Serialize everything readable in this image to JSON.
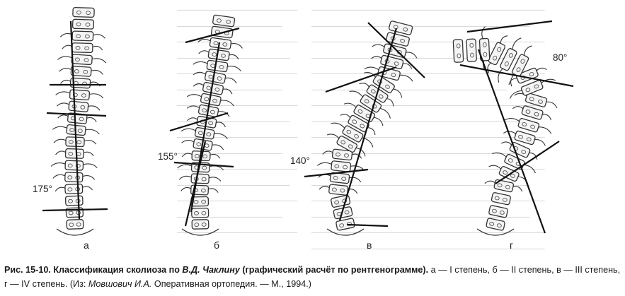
{
  "background_text": [],
  "panels": [
    {
      "letter": "а",
      "angle": "175°"
    },
    {
      "letter": "б",
      "angle": "155°"
    },
    {
      "letter": "в",
      "angle": "140°"
    },
    {
      "letter": "г",
      "angle": "80°"
    }
  ],
  "caption": {
    "fig": "Рис. 15-10.",
    "bold_a": " Классификация сколиоза по ",
    "bold_author": "В.Д. Чаклину",
    "bold_b": " (графический расчёт по рентгенограмме).",
    "rest_a": " а — I степень, б — II степень, в — III степень, г — IV степень. (Из: ",
    "source_author": "Мовшович И.А.",
    "rest_b": " Оперативная ортопедия. — М., 1994.)"
  }
}
